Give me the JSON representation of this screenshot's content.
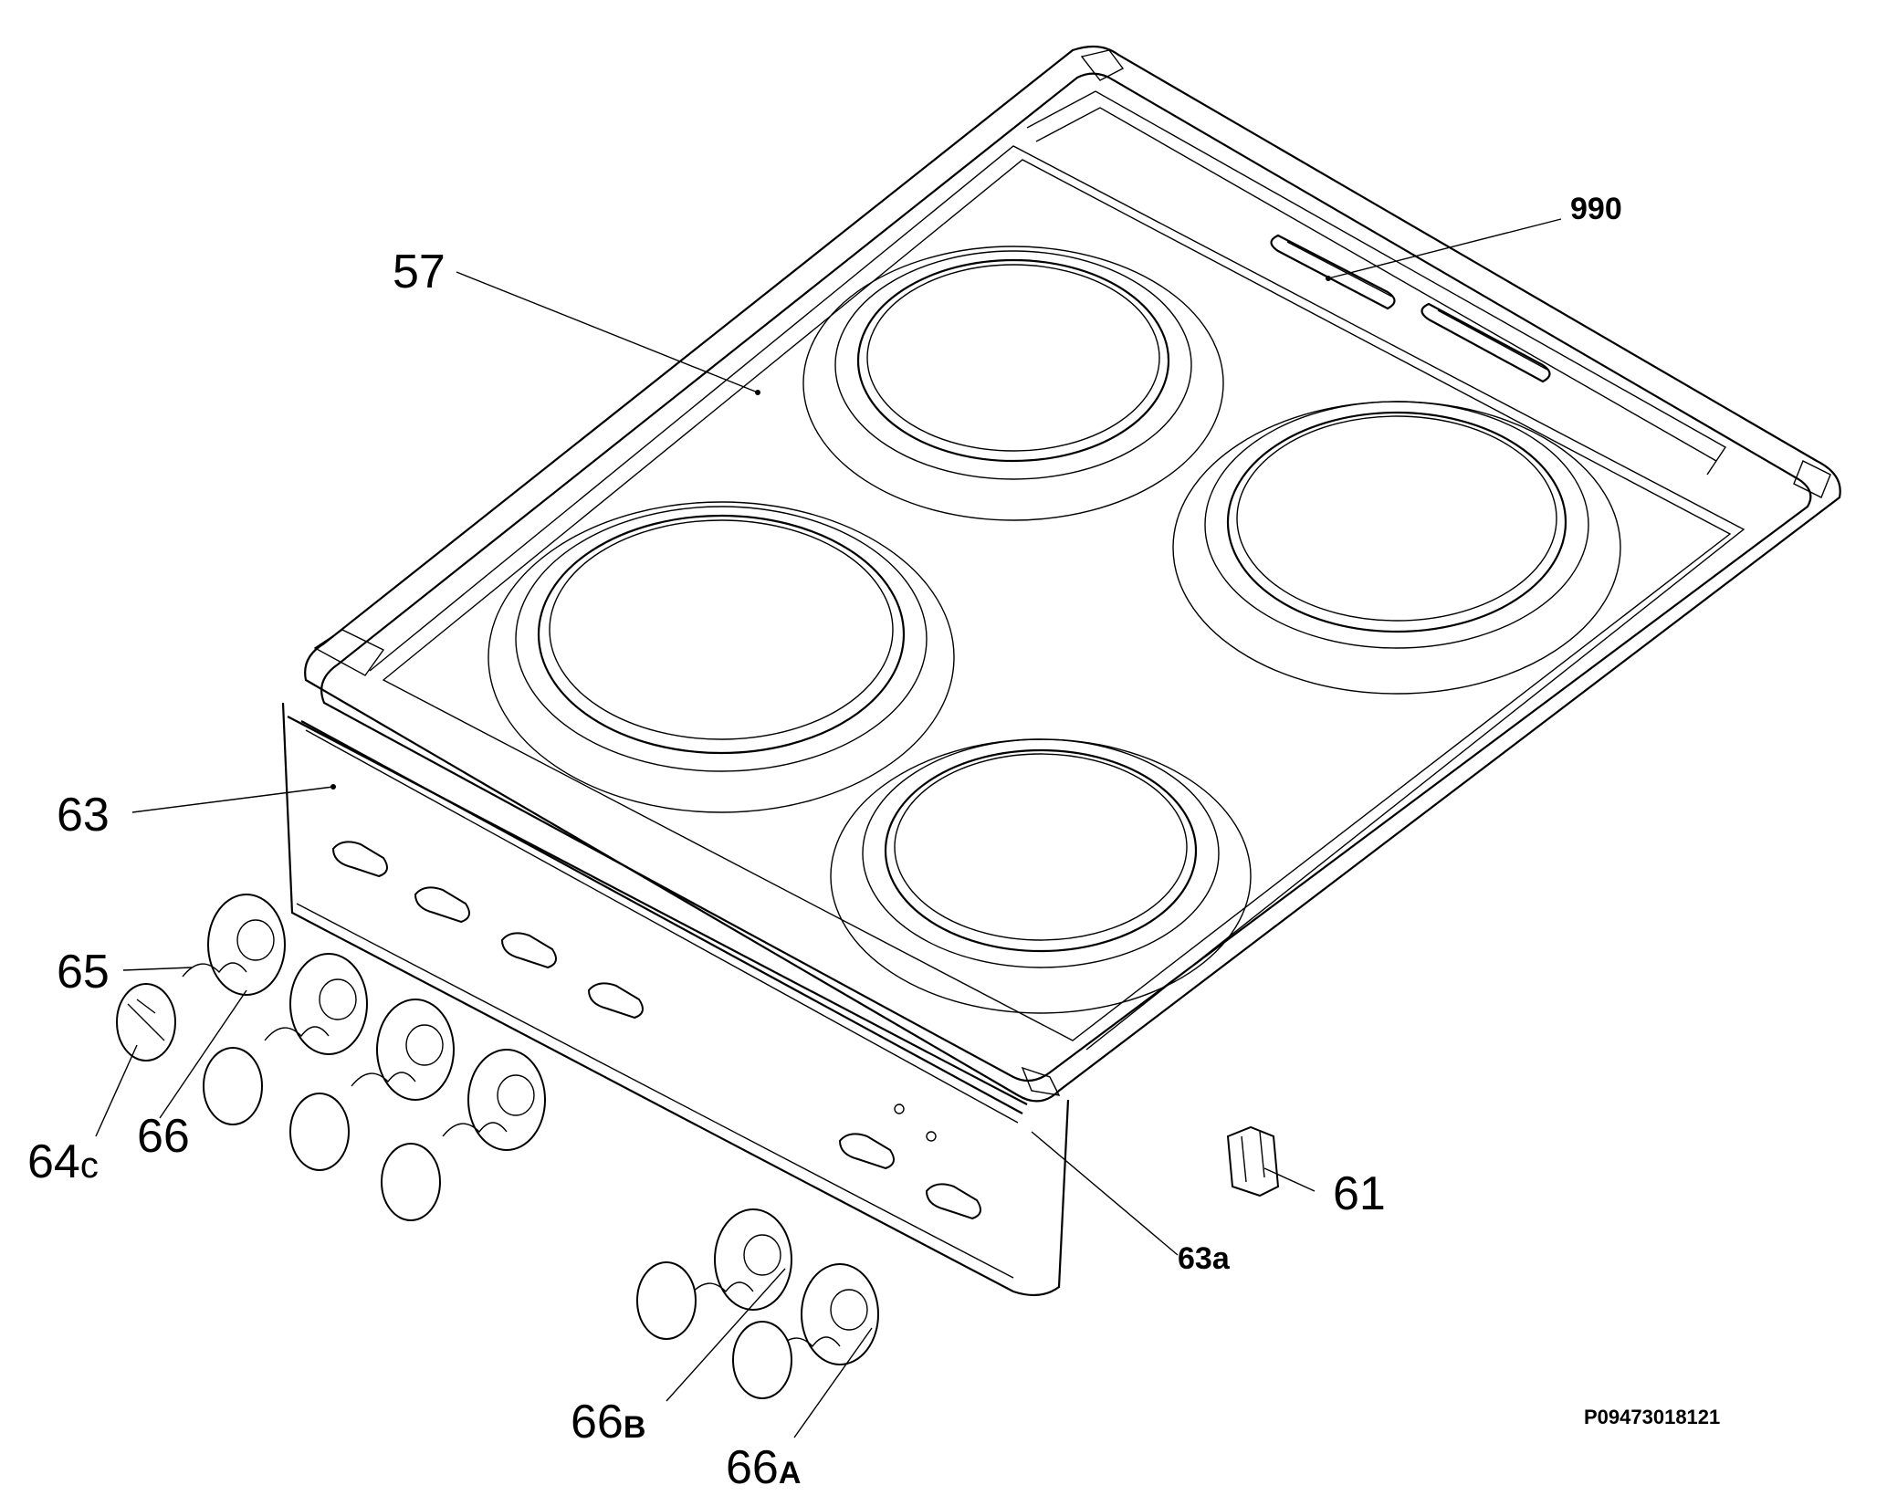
{
  "diagram": {
    "reference_code": "P09473018121",
    "callouts": [
      {
        "id": "57",
        "text": "57"
      },
      {
        "id": "990",
        "text": "990"
      },
      {
        "id": "63",
        "text": "63"
      },
      {
        "id": "63a",
        "text": "63a"
      },
      {
        "id": "65",
        "text": "65"
      },
      {
        "id": "66",
        "text": "66"
      },
      {
        "id": "64c_main",
        "text": "64",
        "suffix": "c"
      },
      {
        "id": "66b_main",
        "text": "66",
        "suffix": "B"
      },
      {
        "id": "66a_main",
        "text": "66",
        "suffix": "A"
      },
      {
        "id": "61",
        "text": "61"
      }
    ]
  }
}
